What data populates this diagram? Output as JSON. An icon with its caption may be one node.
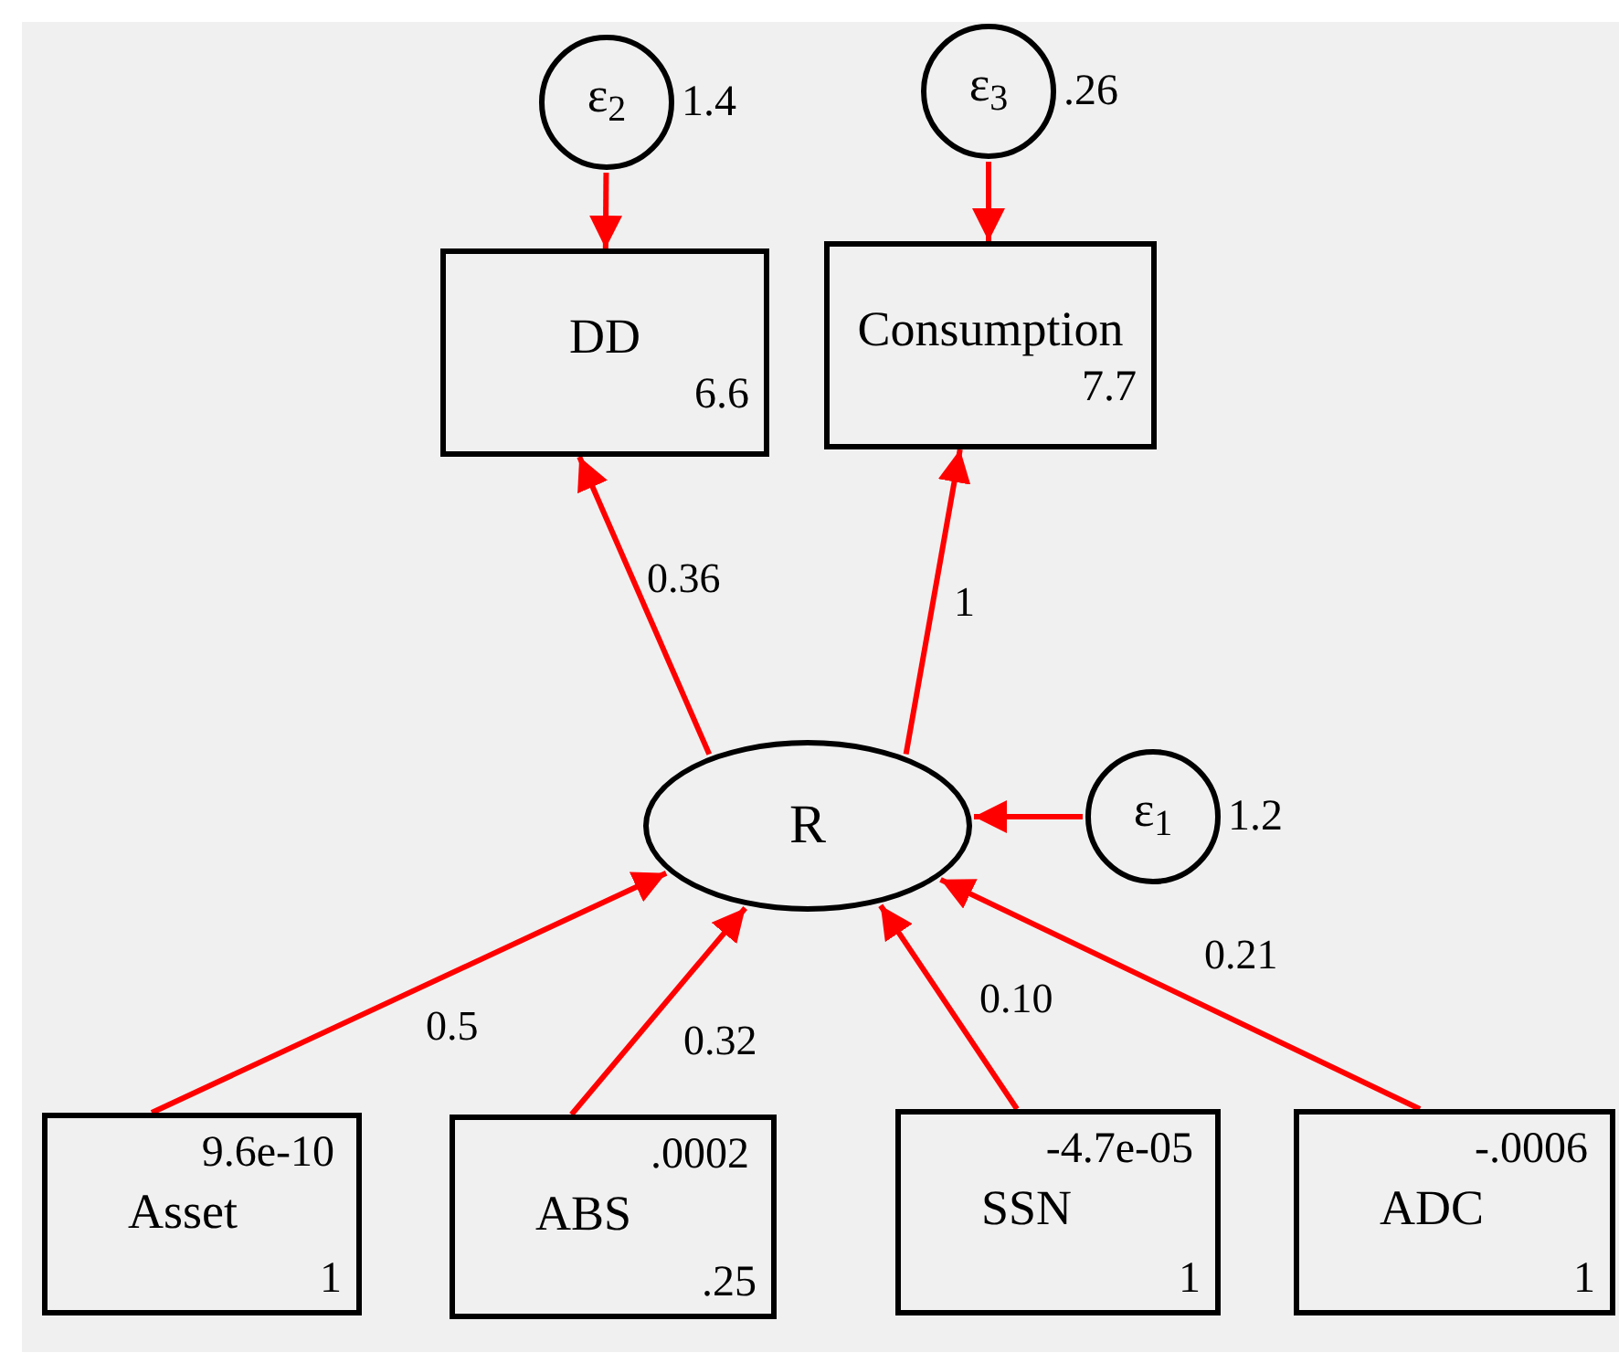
{
  "diagram": {
    "nodes": [
      {
        "text": [
          "ε$_{2}$"
        ],
        "beside": [
          "1.4"
        ]
      },
      {
        "text": [
          "ε$_{3}$"
        ],
        "beside": [
          ".26"
        ]
      },
      {
        "text": [
          "DD",
          "6.6"
        ]
      },
      {
        "text": [
          "Consumption",
          "7.7"
        ]
      },
      {
        "text": [
          "R"
        ]
      },
      {
        "text": [
          "ε$_{1}$"
        ],
        "beside": [
          "1.2"
        ]
      },
      {
        "text": [
          "9.6e-10",
          "Asset",
          "1"
        ]
      },
      {
        "text": [
          ".0002",
          "ABS",
          ".25"
        ]
      },
      {
        "text": [
          "-4.7e-05",
          "SSN",
          "1"
        ]
      },
      {
        "text": [
          "-.0006",
          "ADC",
          "1"
        ]
      }
    ],
    "edges": [
      {
        "from": 0,
        "to": 2,
        "arrow": "to"
      },
      {
        "from": 1,
        "to": 3,
        "arrow": "to"
      },
      {
        "from": 4,
        "to": 2,
        "arrow": "to",
        "label": "0.36"
      },
      {
        "from": 4,
        "to": 3,
        "arrow": "to",
        "label": "1"
      },
      {
        "from": 5,
        "to": 4,
        "arrow": "to"
      },
      {
        "from": 6,
        "to": 4,
        "arrow": "to",
        "label": "0.5"
      },
      {
        "from": 7,
        "to": 4,
        "arrow": "to",
        "label": "0.32"
      },
      {
        "from": 8,
        "to": 4,
        "arrow": "to",
        "label": "0.10"
      },
      {
        "from": 9,
        "to": 4,
        "arrow": "to",
        "label": "0.21"
      }
    ]
  }
}
